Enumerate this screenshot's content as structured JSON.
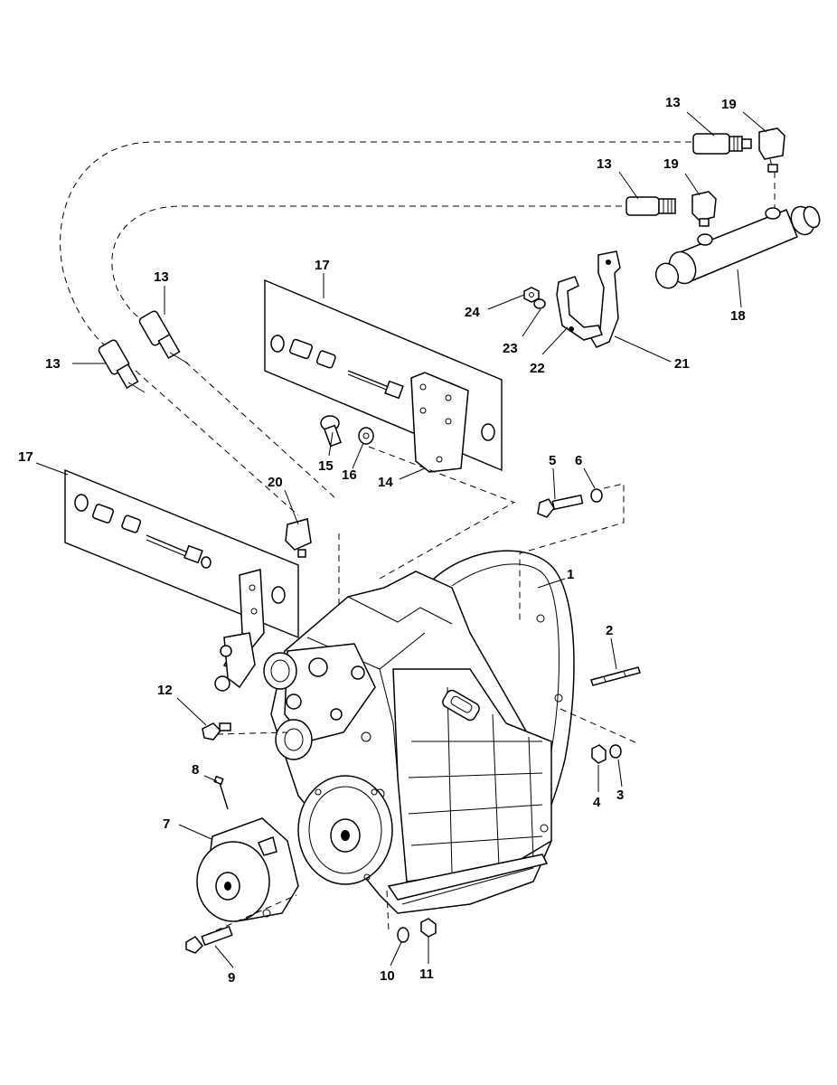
{
  "diagram": {
    "callouts": [
      {
        "id": "c13a",
        "label": "13"
      },
      {
        "id": "c19a",
        "label": "19"
      },
      {
        "id": "c13b",
        "label": "13"
      },
      {
        "id": "c19b",
        "label": "19"
      },
      {
        "id": "c13c",
        "label": "13"
      },
      {
        "id": "c13d",
        "label": "13"
      },
      {
        "id": "c17a",
        "label": "17"
      },
      {
        "id": "c24",
        "label": "24"
      },
      {
        "id": "c23",
        "label": "23"
      },
      {
        "id": "c22",
        "label": "22"
      },
      {
        "id": "c21",
        "label": "21"
      },
      {
        "id": "c18",
        "label": "18"
      },
      {
        "id": "c15",
        "label": "15"
      },
      {
        "id": "c16",
        "label": "16"
      },
      {
        "id": "c14",
        "label": "14"
      },
      {
        "id": "c5",
        "label": "5"
      },
      {
        "id": "c6",
        "label": "6"
      },
      {
        "id": "c17b",
        "label": "17"
      },
      {
        "id": "c20",
        "label": "20"
      },
      {
        "id": "c1",
        "label": "1"
      },
      {
        "id": "c2",
        "label": "2"
      },
      {
        "id": "c12",
        "label": "12"
      },
      {
        "id": "c4",
        "label": "4"
      },
      {
        "id": "c3",
        "label": "3"
      },
      {
        "id": "c8",
        "label": "8"
      },
      {
        "id": "c7",
        "label": "7"
      },
      {
        "id": "c9",
        "label": "9"
      },
      {
        "id": "c10",
        "label": "10"
      },
      {
        "id": "c11",
        "label": "11"
      }
    ]
  }
}
